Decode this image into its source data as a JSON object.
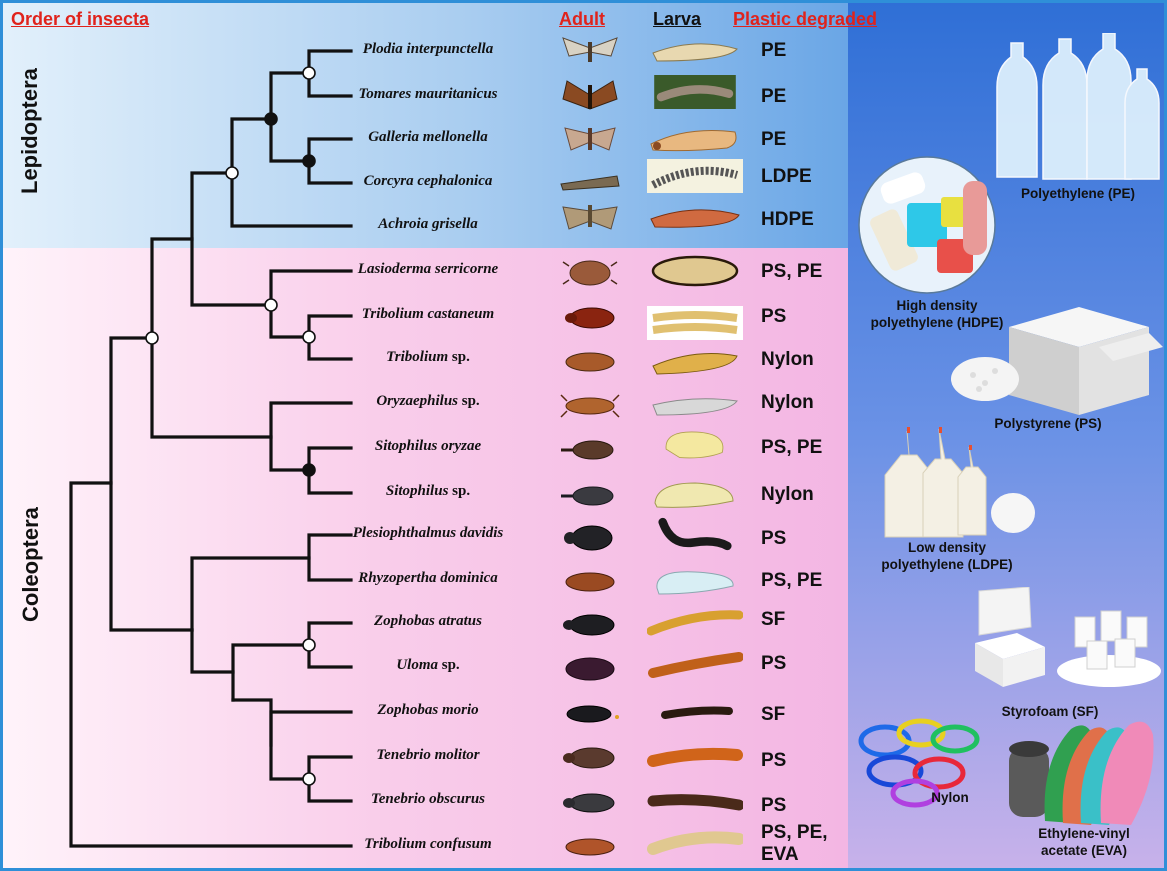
{
  "headers": {
    "order": "Order of insecta",
    "adult": "Adult",
    "larva": "Larva",
    "plastic": "Plastic degraded"
  },
  "orders": {
    "lepidoptera": "Lepidoptera",
    "coleoptera": "Coleoptera"
  },
  "species": [
    {
      "genus": "Plodia interpunctella",
      "sp": "",
      "plastic": "PE"
    },
    {
      "genus": "Tomares mauritanicus",
      "sp": "",
      "plastic": "PE"
    },
    {
      "genus": "Galleria mellonella",
      "sp": "",
      "plastic": "PE"
    },
    {
      "genus": "Corcyra cephalonica",
      "sp": "",
      "plastic": "LDPE"
    },
    {
      "genus": "Achroia grisella",
      "sp": "",
      "plastic": "HDPE"
    },
    {
      "genus": "Lasioderma serricorne",
      "sp": "",
      "plastic": "PS, PE"
    },
    {
      "genus": "Tribolium castaneum",
      "sp": "",
      "plastic": "PS"
    },
    {
      "genus": "Tribolium",
      "sp": " sp.",
      "plastic": "Nylon"
    },
    {
      "genus": "Oryzaephilus",
      "sp": " sp.",
      "plastic": "Nylon"
    },
    {
      "genus": "Sitophilus oryzae",
      "sp": "",
      "plastic": "PS, PE"
    },
    {
      "genus": "Sitophilus",
      "sp": " sp.",
      "plastic": "Nylon"
    },
    {
      "genus": "Plesiophthalmus davidis",
      "sp": "",
      "plastic": "PS"
    },
    {
      "genus": "Rhyzopertha dominica",
      "sp": "",
      "plastic": "PS, PE"
    },
    {
      "genus": "Zophobas atratus",
      "sp": "",
      "plastic": "SF"
    },
    {
      "genus": "Uloma",
      "sp": " sp.",
      "plastic": "PS"
    },
    {
      "genus": "Zophobas morio",
      "sp": "",
      "plastic": "SF"
    },
    {
      "genus": "Tenebrio molitor",
      "sp": "",
      "plastic": "PS"
    },
    {
      "genus": "Tenebrio obscurus",
      "sp": "",
      "plastic": "PS"
    },
    {
      "genus": "Tribolium confusum",
      "sp": "",
      "plastic": "PS, PE,\nEVA"
    }
  ],
  "plastics": {
    "pe": "Polyethylene (PE)",
    "hdpe": "High density\npolyethylene (HDPE)",
    "ps": "Polystyrene (PS)",
    "ldpe": "Low density\npolyethylene (LDPE)",
    "sf": "Styrofoam (SF)",
    "nylon": "Nylon",
    "eva": "Ethylene-vinyl\nacetate (EVA)"
  },
  "colors": {
    "header_red": "#e0231c",
    "frame_blue": "#2f8fd8",
    "lepidoptera_bg": "#a9cdf0",
    "coleoptera_bg": "#f9cdea"
  }
}
